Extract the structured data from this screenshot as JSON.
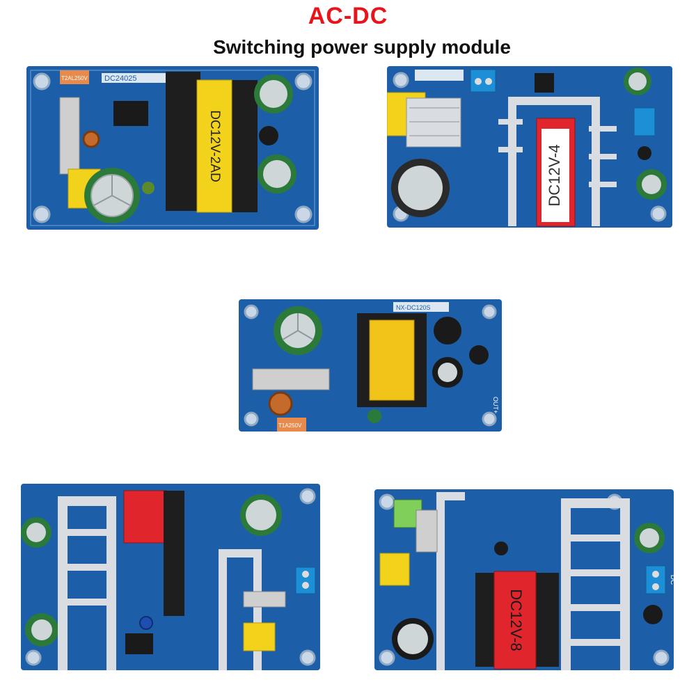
{
  "header": {
    "title": "AC-DC",
    "subtitle": "Switching power supply module"
  },
  "boards": [
    {
      "transformer_label": "DC12V-2AD",
      "silk_label": "DC24025",
      "fuse_label": "T2AL250V"
    },
    {
      "transformer_label": "DC12V-4"
    },
    {
      "silk_label": "NX-DC120S",
      "fuse_label": "T1A250V",
      "out_label": "OUT+"
    },
    {},
    {
      "transformer_label": "DC12V-8",
      "out_label": "DC"
    }
  ],
  "colors": {
    "title": "#e8141c",
    "pcb": "#1c5fa8",
    "pcb_dark": "#154a87",
    "transformer_yellow": "#f2d21a",
    "transformer_red": "#e0262c",
    "heatsink": "#d9dde2"
  }
}
